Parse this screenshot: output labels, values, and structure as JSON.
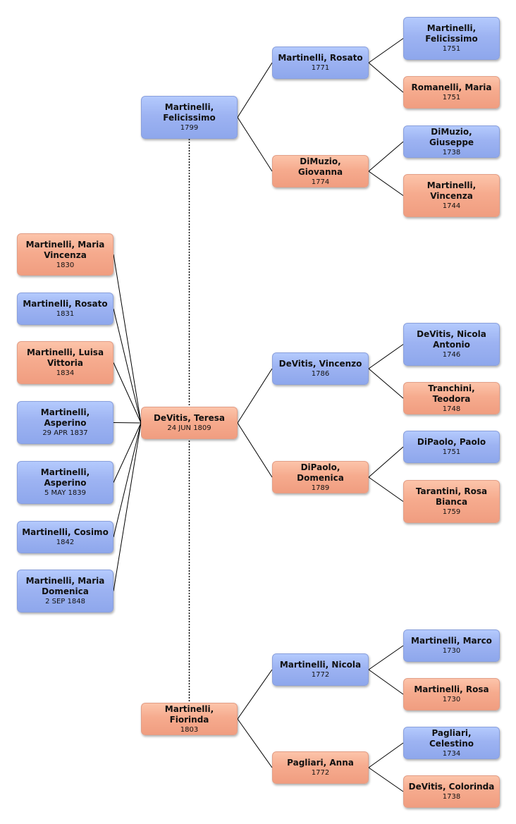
{
  "people": {
    "felicissimo_1799": {
      "name": "Martinelli, Felicissimo",
      "date": "1799",
      "sex": "male"
    },
    "rosato_1771": {
      "name": "Martinelli, Rosato",
      "date": "1771",
      "sex": "male"
    },
    "felicissimo_1751": {
      "name": "Martinelli, Felicissimo",
      "date": "1751",
      "sex": "male"
    },
    "maria_romanelli": {
      "name": "Romanelli, Maria",
      "date": "1751",
      "sex": "female"
    },
    "giovanna_dimuzio": {
      "name": "DiMuzio, Giovanna",
      "date": "1774",
      "sex": "female"
    },
    "giuseppe_dimuzio": {
      "name": "DiMuzio, Giuseppe",
      "date": "1738",
      "sex": "male"
    },
    "vincenza_1744": {
      "name": "Martinelli, Vincenza",
      "date": "1744",
      "sex": "female"
    },
    "teresa_devitis": {
      "name": "DeVitis, Teresa",
      "date": "24 JUN 1809",
      "sex": "female"
    },
    "vincenzo_devitis": {
      "name": "DeVitis, Vincenzo",
      "date": "1786",
      "sex": "male"
    },
    "nicola_antonio": {
      "name": "DeVitis, Nicola Antonio",
      "date": "1746",
      "sex": "male"
    },
    "teodora_tranchini": {
      "name": "Tranchini, Teodora",
      "date": "1748",
      "sex": "female"
    },
    "domenica_dipaolo": {
      "name": "DiPaolo, Domenica",
      "date": "1789",
      "sex": "female"
    },
    "paolo_dipaolo": {
      "name": "DiPaolo, Paolo",
      "date": "1751",
      "sex": "male"
    },
    "rosa_bianca": {
      "name": "Tarantini, Rosa Bianca",
      "date": "1759",
      "sex": "female"
    },
    "fiorinda": {
      "name": "Martinelli, Fiorinda",
      "date": "1803",
      "sex": "female"
    },
    "nicola_1772": {
      "name": "Martinelli, Nicola",
      "date": "1772",
      "sex": "male"
    },
    "marco_1730": {
      "name": "Martinelli, Marco",
      "date": "1730",
      "sex": "male"
    },
    "rosa_1730": {
      "name": "Martinelli, Rosa",
      "date": "1730",
      "sex": "female"
    },
    "anna_pagliari": {
      "name": "Pagliari, Anna",
      "date": "1772",
      "sex": "female"
    },
    "celestino": {
      "name": "Pagliari, Celestino",
      "date": "1734",
      "sex": "male"
    },
    "colorinda": {
      "name": "DeVitis, Colorinda",
      "date": "1738",
      "sex": "female"
    },
    "child_maria_vincenza": {
      "name": "Martinelli, Maria Vincenza",
      "date": "1830",
      "sex": "female"
    },
    "child_rosato": {
      "name": "Martinelli, Rosato",
      "date": "1831",
      "sex": "male"
    },
    "child_luisa": {
      "name": "Martinelli, Luisa Vittoria",
      "date": "1834",
      "sex": "female"
    },
    "child_asperino_1837": {
      "name": "Martinelli, Asperino",
      "date": "29 APR 1837",
      "sex": "male"
    },
    "child_asperino_1839": {
      "name": "Martinelli, Asperino",
      "date": "5 MAY 1839",
      "sex": "male"
    },
    "child_cosimo": {
      "name": "Martinelli, Cosimo",
      "date": "1842",
      "sex": "male"
    },
    "child_maria_domenica": {
      "name": "Martinelli, Maria Domenica",
      "date": "2 SEP 1848",
      "sex": "male"
    }
  },
  "relations": {
    "parents": [
      {
        "child": "felicissimo_1799",
        "father": "rosato_1771",
        "mother": "giovanna_dimuzio"
      },
      {
        "child": "rosato_1771",
        "father": "felicissimo_1751",
        "mother": "maria_romanelli"
      },
      {
        "child": "giovanna_dimuzio",
        "father": "giuseppe_dimuzio",
        "mother": "vincenza_1744"
      },
      {
        "child": "teresa_devitis",
        "father": "vincenzo_devitis",
        "mother": "domenica_dipaolo"
      },
      {
        "child": "vincenzo_devitis",
        "father": "nicola_antonio",
        "mother": "teodora_tranchini"
      },
      {
        "child": "domenica_dipaolo",
        "father": "paolo_dipaolo",
        "mother": "rosa_bianca"
      },
      {
        "child": "fiorinda",
        "father": "nicola_1772",
        "mother": "anna_pagliari"
      },
      {
        "child": "nicola_1772",
        "father": "marco_1730",
        "mother": "rosa_1730"
      },
      {
        "child": "anna_pagliari",
        "father": "celestino",
        "mother": "colorinda"
      }
    ],
    "spouses": [
      {
        "a": "felicissimo_1799",
        "b": "fiorinda",
        "style": "dotted"
      }
    ],
    "children_of": {
      "parent": "teresa_devitis",
      "children": [
        "child_maria_vincenza",
        "child_rosato",
        "child_luisa",
        "child_asperino_1837",
        "child_asperino_1839",
        "child_cosimo",
        "child_maria_domenica"
      ]
    }
  },
  "colors": {
    "male": "#9db3f2",
    "female": "#f6ab8e",
    "line": "#000000"
  }
}
